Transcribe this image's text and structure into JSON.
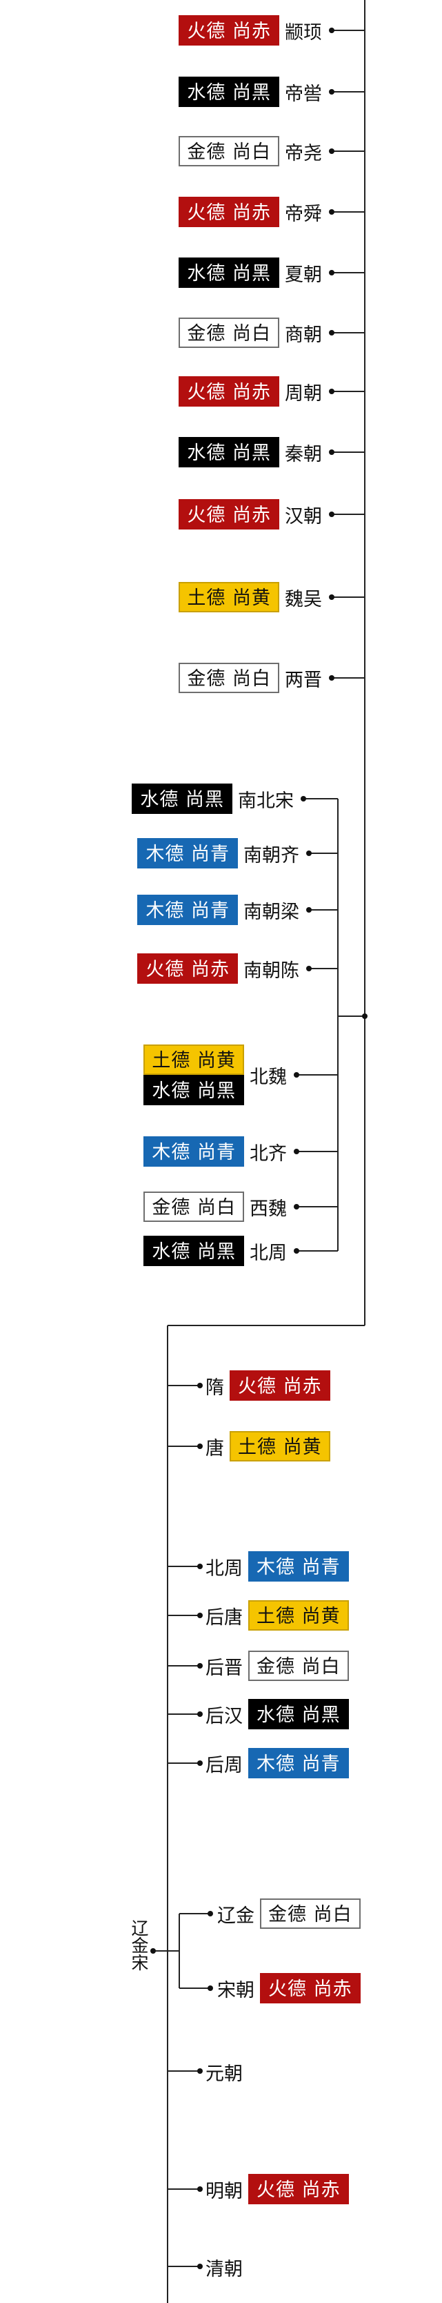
{
  "colors": {
    "fire": "#b30f0f",
    "water": "#000000",
    "metal": "#ffffff",
    "earth": "#f5c400",
    "wood": "#1768b3"
  },
  "virtues": {
    "fire": "火德  尚赤",
    "water": "水德 尚黑",
    "metal": "金德 尚白",
    "earth": "土德 尚黄",
    "wood": "木德 尚青"
  },
  "left_column": [
    {
      "name": "颛顼",
      "element": "fire"
    },
    {
      "name": "帝喾",
      "element": "water"
    },
    {
      "name": "帝尧",
      "element": "metal"
    },
    {
      "name": "帝舜",
      "element": "fire"
    },
    {
      "name": "夏朝",
      "element": "water"
    },
    {
      "name": "商朝",
      "element": "metal"
    },
    {
      "name": "周朝",
      "element": "fire"
    },
    {
      "name": "秦朝",
      "element": "water"
    },
    {
      "name": "汉朝",
      "element": "fire"
    },
    {
      "name": "魏吴",
      "element": "earth"
    },
    {
      "name": "两晋",
      "element": "metal"
    }
  ],
  "north_south": [
    {
      "name": "南北宋",
      "elements": [
        "water"
      ]
    },
    {
      "name": "南朝齐",
      "elements": [
        "wood"
      ]
    },
    {
      "name": "南朝梁",
      "elements": [
        "wood"
      ]
    },
    {
      "name": "南朝陈",
      "elements": [
        "fire"
      ]
    },
    {
      "name": "北魏",
      "elements": [
        "earth",
        "water"
      ]
    },
    {
      "name": "北齐",
      "elements": [
        "wood"
      ]
    },
    {
      "name": "西魏",
      "elements": [
        "metal"
      ]
    },
    {
      "name": "北周",
      "elements": [
        "water"
      ]
    }
  ],
  "right_column": [
    {
      "name": "隋",
      "element": "fire"
    },
    {
      "name": "唐",
      "element": "earth"
    },
    {
      "name": "北周",
      "element": "wood"
    },
    {
      "name": "后唐",
      "element": "earth"
    },
    {
      "name": "后晋",
      "element": "metal"
    },
    {
      "name": "后汉",
      "element": "water"
    },
    {
      "name": "后周",
      "element": "wood"
    }
  ],
  "liao_song": {
    "group_label": "辽金宋",
    "items": [
      {
        "name": "辽金",
        "element": "metal"
      },
      {
        "name": "宋朝",
        "element": "fire"
      }
    ]
  },
  "late_column": [
    {
      "name": "元朝",
      "element": null
    },
    {
      "name": "明朝",
      "element": "fire"
    },
    {
      "name": "清朝",
      "element": null
    }
  ]
}
